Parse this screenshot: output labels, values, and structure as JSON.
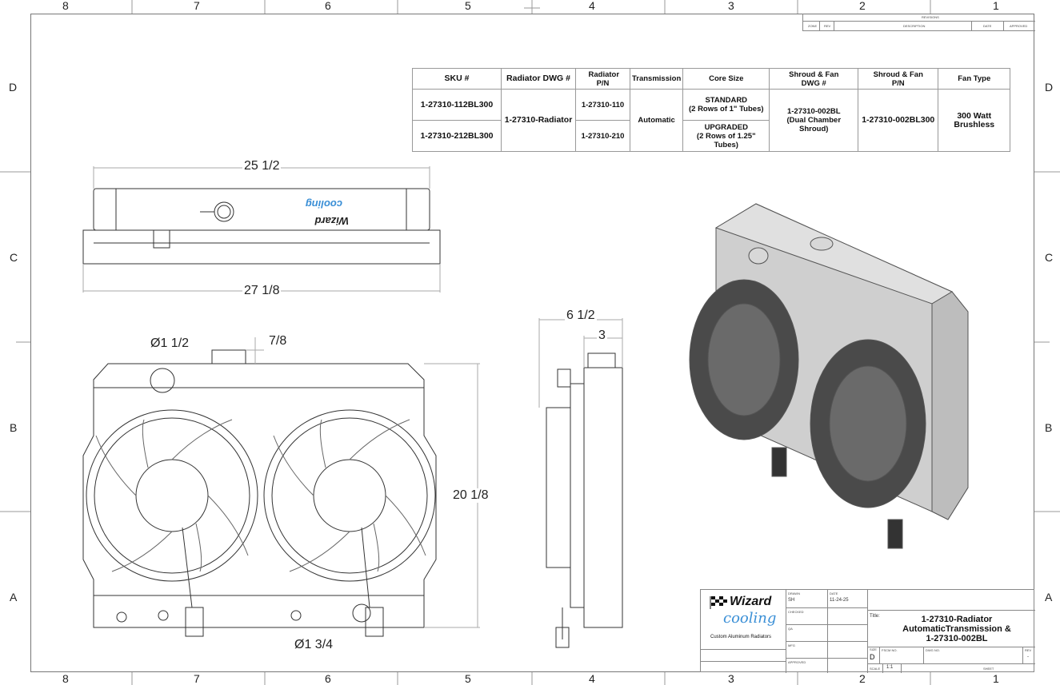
{
  "frame": {
    "columns": [
      "8",
      "7",
      "6",
      "5",
      "4",
      "3",
      "2",
      "1"
    ],
    "rows": [
      "D",
      "C",
      "B",
      "A"
    ]
  },
  "revisions": {
    "title": "REVISIONS",
    "headers": [
      "ZONE",
      "REV",
      "DESCRIPTION",
      "DATE",
      "APPROVED"
    ]
  },
  "spec_table": {
    "headers": [
      "SKU #",
      "Radiator DWG #",
      "Radiator P/N",
      "Transmission",
      "Core Size",
      "Shroud & Fan DWG #",
      "Shroud & Fan P/N",
      "Fan Type"
    ],
    "sku": [
      "1-27310-112BL300",
      "1-27310-212BL300"
    ],
    "radiator_dwg": "1-27310-Radiator",
    "radiator_pn": [
      "1-27310-110",
      "1-27310-210"
    ],
    "transmission": "Automatic",
    "core_size": [
      {
        "name": "STANDARD",
        "detail": "(2 Rows of 1\" Tubes)"
      },
      {
        "name": "UPGRADED",
        "detail": "(2 Rows of 1.25\" Tubes)"
      }
    ],
    "shroud_dwg": "1-27310-002BL",
    "shroud_dwg_note": "(Dual Chamber Shroud)",
    "shroud_pn": "1-27310-002BL300",
    "fan_type": "300 Watt Brushless"
  },
  "dimensions": {
    "top_width": "25 1/2",
    "overall_width": "27 1/8",
    "inlet_dia": "Ø1 1/2",
    "neck_height": "7/8",
    "height": "20 1/8",
    "outlet_dia": "Ø1 3/4",
    "depth": "6 1/2",
    "core_depth": "3"
  },
  "title_block": {
    "logo_text": "Wizard cooling",
    "logo_tagline": "Custom Aluminum Radiators",
    "drawn_label": "DRAWN",
    "drawn_value": "SH",
    "date_label": "DATE",
    "date_value": "11-24-25",
    "checked_label": "CHECKED",
    "qa_label": "QA",
    "mfg_label": "MFG",
    "approved_label": "APPROVED",
    "title_label": "Title:",
    "title_lines": [
      "1-27310-Radiator",
      "AutomaticTransmission &",
      "1-27310-002BL"
    ],
    "size_label": "SIZE",
    "size_value": "D",
    "fscm_label": "FSCM NO.",
    "dwg_label": "DWG NO.",
    "rev_label": "REV",
    "rev_value": "-",
    "scale_label": "SCALE",
    "scale_value": "1:1",
    "sheet_label": "SHEET"
  }
}
